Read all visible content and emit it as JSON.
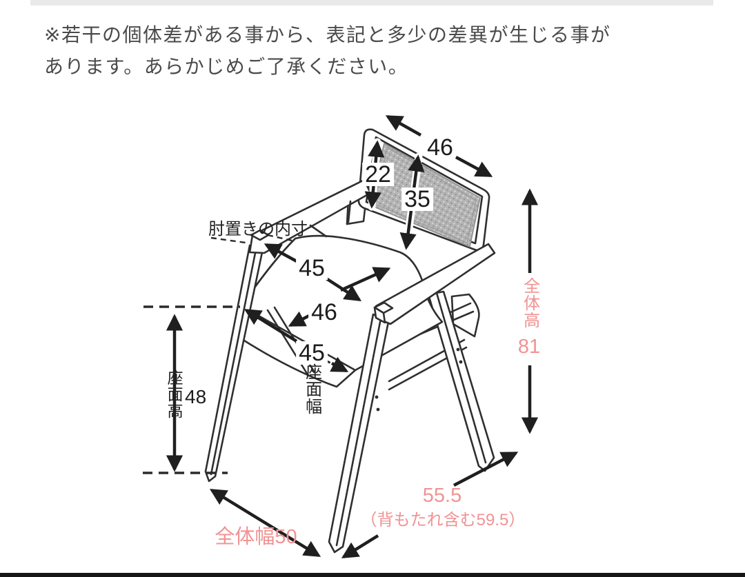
{
  "page": {
    "background": "#ffffff",
    "top_strip_color": "#e9e9e9",
    "bottom_bar_color": "#161616"
  },
  "disclaimer": {
    "line1": "※若干の個体差がある事から、表記と多少の差異が生じる事が",
    "line2": "あります。あらかじめご了承ください。"
  },
  "diagram": {
    "type": "product-dimension-diagram",
    "subject": "arm chair with rattan mesh backrest",
    "units": "cm",
    "colors": {
      "line": "#2f2f2f",
      "arrow": "#1f1f1f",
      "accent_pink": "#f09394",
      "mesh_gray": "#b4b4b4"
    },
    "dimensions": {
      "backrest_width": "46",
      "backrest_mesh_height": "22",
      "backrest_height": "35",
      "armrest_inner_label": "肘置きの内寸",
      "armrest_inner_width": "45",
      "seat_depth": "46",
      "seat_width_value": "45",
      "seat_width_label": "座面幅",
      "seat_height_label": "座面高",
      "seat_height": "48",
      "overall_height_label": "全体高",
      "overall_height": "81",
      "overall_width": "全体幅50",
      "overall_depth": "55.5",
      "overall_depth_note": "（背もたれ含む59.5）"
    }
  }
}
